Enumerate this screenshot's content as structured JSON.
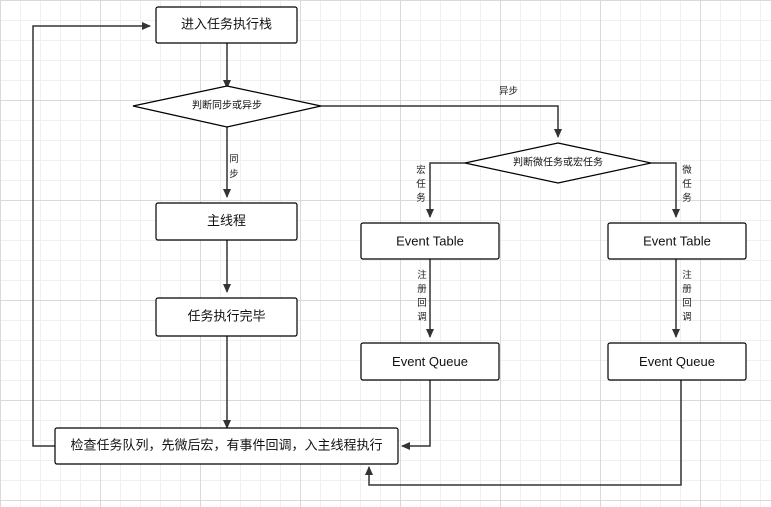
{
  "nodes": {
    "enter_stack": "进入任务执行栈",
    "judge_sync": "判断同步或异步",
    "main_thread": "主线程",
    "task_done": "任务执行完毕",
    "judge_micro_macro": "判断微任务或宏任务",
    "macro_event_table": "Event Table",
    "micro_event_table": "Event Table",
    "macro_event_queue": "Event Queue",
    "micro_event_queue": "Event Queue",
    "check_queue": "检查任务队列，先微后宏，有事件回调，入主线程执行"
  },
  "edge_labels": {
    "async": "异步",
    "sync": [
      "同",
      "步"
    ],
    "macro": [
      "宏",
      "任",
      "务"
    ],
    "micro": [
      "微",
      "任",
      "务"
    ],
    "register_left": [
      "注",
      "册",
      "回",
      "调"
    ],
    "register_right": [
      "注",
      "册",
      "回",
      "调"
    ]
  }
}
